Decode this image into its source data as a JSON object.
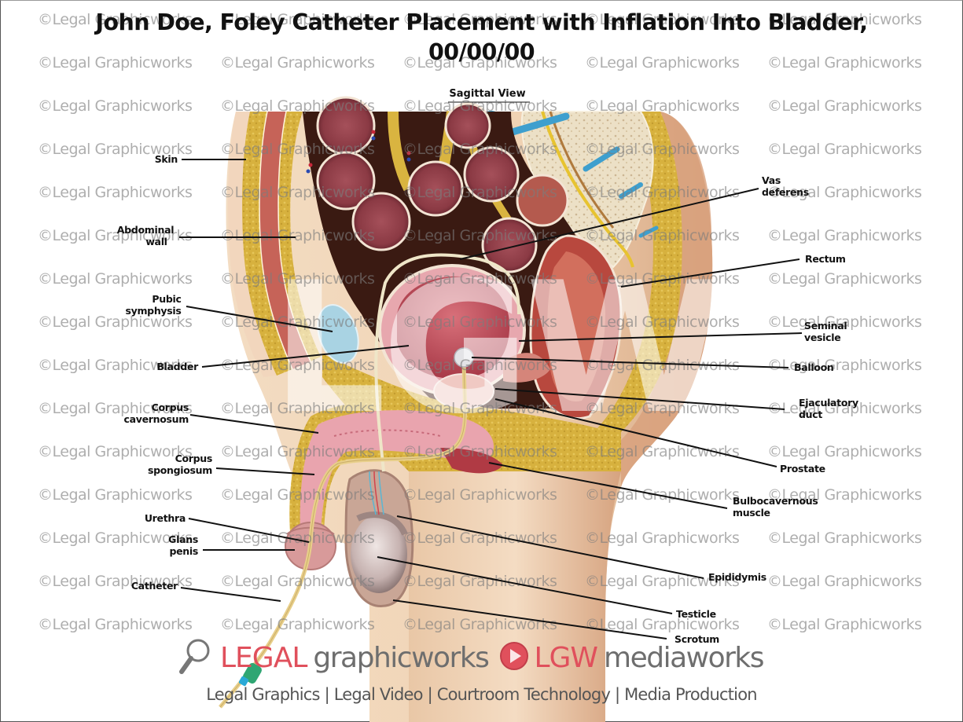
{
  "header": {
    "title_line1": "John Doe, Foley Catheter Placement with Inflation Into Bladder,",
    "title_line2": "00/00/00",
    "view_label": "Sagittal View"
  },
  "watermark": {
    "text": "©Legal Graphicworks",
    "big_mark": "LGW"
  },
  "labels": {
    "skin": "Skin",
    "abdominal_wall_1": "Abdominal",
    "abdominal_wall_2": "wall",
    "pubic_symphysis_1": "Pubic",
    "pubic_symphysis_2": "symphysis",
    "bladder": "Bladder",
    "corpus_cavernosum_1": "Corpus",
    "corpus_cavernosum_2": "cavernosum",
    "corpus_spongiosum_1": "Corpus",
    "corpus_spongiosum_2": "spongiosum",
    "urethra": "Urethra",
    "glans_penis_1": "Glans",
    "glans_penis_2": "penis",
    "catheter": "Catheter",
    "vas_deferens_1": "Vas",
    "vas_deferens_2": "deferens",
    "rectum": "Rectum",
    "seminal_vesicle_1": "Seminal",
    "seminal_vesicle_2": "vesicle",
    "balloon": "Balloon",
    "ejaculatory_duct_1": "Ejaculatory",
    "ejaculatory_duct_2": "duct",
    "prostate": "Prostate",
    "bulbocavernous_1": "Bulbocavernous",
    "bulbocavernous_2": "muscle",
    "epididymis": "Epididymis",
    "testicle": "Testicle",
    "scrotum": "Scrotum"
  },
  "footer": {
    "brand_legal": "LEGAL",
    "brand_graphicworks": "graphicworks",
    "brand_lgw": "LGW",
    "brand_mediaworks": "mediaworks",
    "tagline": "Legal Graphics | Legal Video | Courtroom Technology | Media Production",
    "icons": [
      "magnifier-icon",
      "play-icon"
    ]
  },
  "colors": {
    "brand_red": "#e0505c",
    "brand_gray": "#6e6e6e",
    "fat_yellow": "#d9b440",
    "skin_tone": "#efcfae",
    "muscle": "#c8645a",
    "bone": "#eadcbf",
    "pubic_blue": "#a9d3e3",
    "catheter": "#e8cf8a"
  }
}
